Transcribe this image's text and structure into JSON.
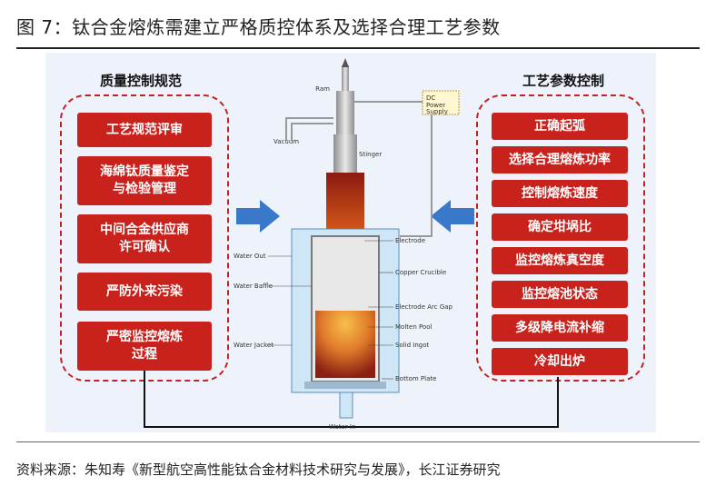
{
  "figure_title": "图 7：钛合金熔炼需建立严格质控体系及选择合理工艺参数",
  "source": "资料来源：朱知寿《新型航空高性能钛合金材料技术研究与发展》，长江证券研究",
  "left_group": {
    "title": "质量控制规范",
    "items": [
      {
        "lines": [
          "工艺规范评审"
        ]
      },
      {
        "lines": [
          "海绵钛质量鉴定",
          "与检验管理"
        ]
      },
      {
        "lines": [
          "中间合金供应商",
          "许可确认"
        ]
      },
      {
        "lines": [
          "严防外来污染"
        ]
      },
      {
        "lines": [
          "严密监控熔炼",
          "过程"
        ]
      }
    ]
  },
  "right_group": {
    "title": "工艺参数控制",
    "items": [
      "正确起弧",
      "选择合理熔炼功率",
      "控制熔炼速度",
      "确定坩埚比",
      "监控熔炼真空度",
      "监控熔池状态",
      "多级降电流补缩",
      "冷却出炉"
    ]
  },
  "furnace": {
    "labels": {
      "ram": "Ram",
      "power": "DC Power Supply",
      "vacuum": "Vacuum",
      "stinger": "Stinger",
      "water_out": "Water Out",
      "water_baffle": "Water Baffle",
      "water_jacket": "Water Jacket",
      "water_in": "Water In",
      "electrode": "Electrode",
      "copper_crucible": "Copper Crucible",
      "arc_gap": "Electrode Arc Gap",
      "molten_pool": "Molten Pool",
      "solid_ingot": "Solid Ingot",
      "bottom_plate": "Bottom Plate"
    }
  },
  "colors": {
    "accent_red": "#c9221d",
    "arrow_blue": "#3a78c9",
    "panel_bg": "#eef3fb"
  }
}
